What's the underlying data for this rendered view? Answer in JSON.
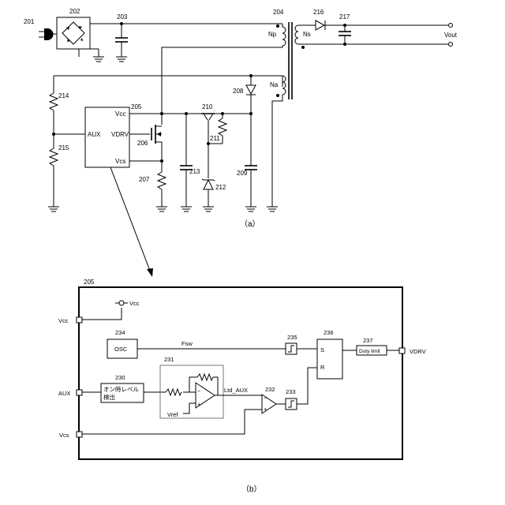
{
  "figure_a": {
    "caption": "（a）",
    "refs": {
      "r201": "201",
      "r202": "202",
      "r203": "203",
      "r204": "204",
      "r205": "205",
      "r206": "206",
      "r207": "207",
      "r208": "208",
      "r209": "209",
      "r210": "210",
      "r211": "211",
      "r212": "212",
      "r213": "213",
      "r214": "214",
      "r215": "215",
      "r216": "216",
      "r217": "217"
    },
    "winding_np": "Np",
    "winding_ns": "Ns",
    "winding_na": "Na",
    "output_label": "Vout",
    "ic_pins": {
      "vcc": "Vcc",
      "aux": "AUX",
      "vdrv": "VDRV",
      "vcs": "Vcs"
    }
  },
  "figure_b": {
    "caption": "（b）",
    "block_ref": "205",
    "pin_vcc": "Vcc",
    "pin_aux": "AUX",
    "pin_vcs": "Vcs",
    "pin_vdrv": "VDRV",
    "supply_label": "Vcc",
    "osc_ref": "234",
    "osc_label": "OSC",
    "fsw_label": "Fsw",
    "detector_ref": "230",
    "detector_line1": "オン時レベル",
    "detector_line2": "検出",
    "amp_ref": "231",
    "vref_label": "Vref",
    "ltd_aux_label": "Ltd_AUX",
    "comp_ref": "232",
    "buf233_ref": "233",
    "buf235_ref": "235",
    "ff_ref": "236",
    "ff_s": "S",
    "ff_r": "R",
    "duty_ref": "237",
    "duty_label": "Duty limit"
  }
}
